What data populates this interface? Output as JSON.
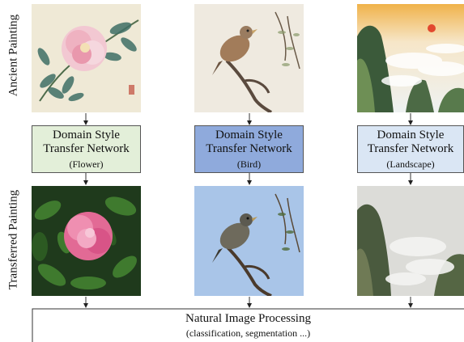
{
  "labels": {
    "ancient": "Ancient Painting",
    "transferred": "Transferred Painting"
  },
  "networks": [
    {
      "line1": "Domain Style",
      "line2": "Transfer Network",
      "domain": "(Flower)",
      "fill": "#e3efd9"
    },
    {
      "line1": "Domain Style",
      "line2": "Transfer Network",
      "domain": "(Bird)",
      "fill": "#8faadc"
    },
    {
      "line1": "Domain Style",
      "line2": "Transfer Network",
      "domain": "(Landscape)",
      "fill": "#dae6f4"
    }
  ],
  "bottom": {
    "title": "Natural Image Processing",
    "subtitle": "(classification, segmentation ...)"
  },
  "images": [
    {
      "row": "ancient",
      "subject": "flower",
      "icon": "peony-painting"
    },
    {
      "row": "ancient",
      "subject": "bird",
      "icon": "bird-on-branch-painting"
    },
    {
      "row": "ancient",
      "subject": "landscape",
      "icon": "mountain-landscape-painting"
    },
    {
      "row": "transferred",
      "subject": "flower",
      "icon": "peony-photo"
    },
    {
      "row": "transferred",
      "subject": "bird",
      "icon": "bird-on-branch-photo"
    },
    {
      "row": "transferred",
      "subject": "landscape",
      "icon": "mountain-landscape-photo"
    }
  ]
}
